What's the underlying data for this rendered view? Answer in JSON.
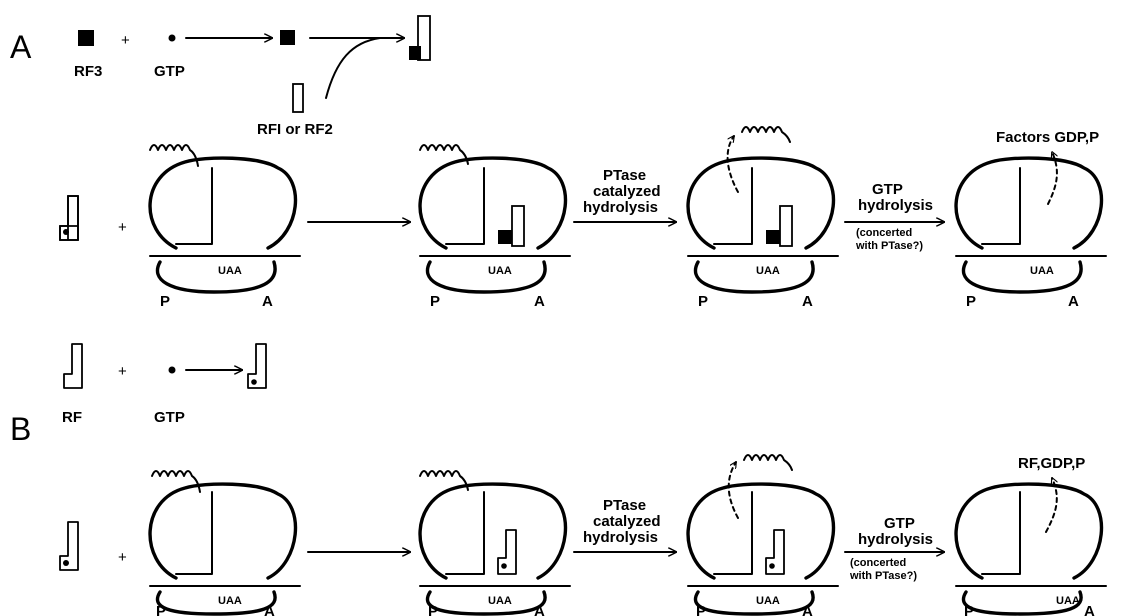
{
  "panel_a": {
    "label": "A",
    "reactant_rf3": "RF3",
    "reactant_gtp": "GTP",
    "rf_option": "RFI or RF2",
    "plus_sign": "+",
    "step1_label": "PTase catalyzed hydrolysis",
    "step2_label": "GTP hydrolysis",
    "step2_note": "(concerted with PTase?)",
    "released_label": "Factors GDP,P",
    "codon": "UAA",
    "site_p": "P",
    "site_a": "A"
  },
  "panel_b": {
    "label": "B",
    "reactant_rf": "RF",
    "reactant_gtp": "GTP",
    "plus_sign": "+",
    "step1_label": "PTase catalyzed hydrolysis",
    "step2_label": "GTP hydrolysis",
    "step2_note": "(concerted with PTase?)",
    "released_label": "RF,GDP,P",
    "codon": "UAA",
    "site_p": "P",
    "site_a": "A"
  }
}
